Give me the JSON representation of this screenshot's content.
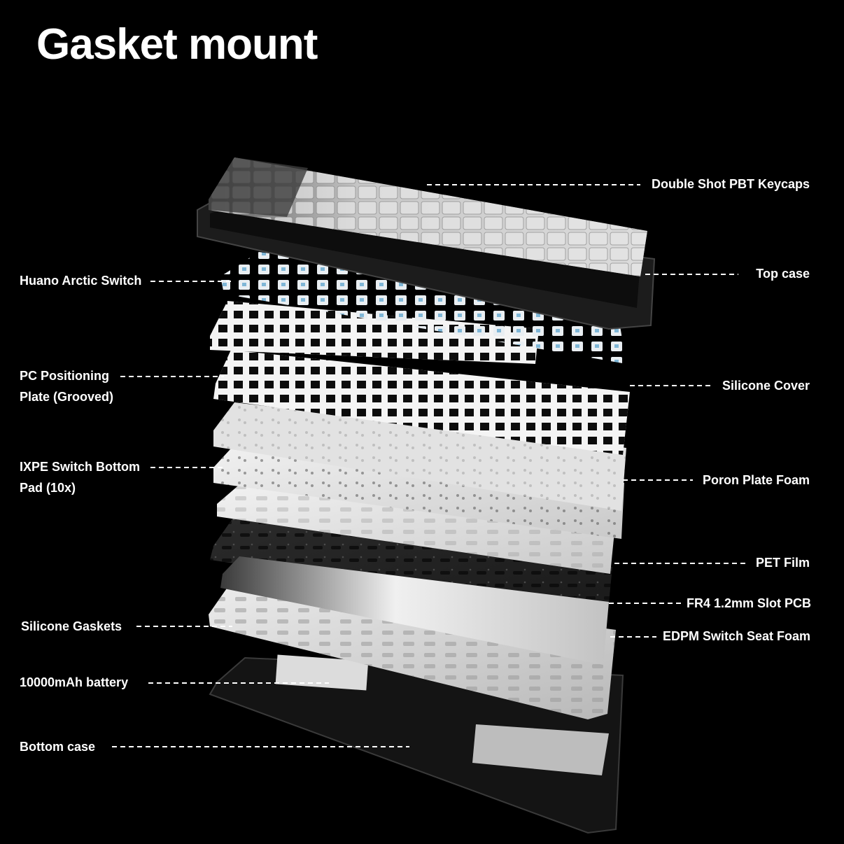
{
  "title": "Gasket mount",
  "labels": {
    "keycaps": "Double Shot PBT Keycaps",
    "top_case": "Top case",
    "switch": "Huano Arctic Switch",
    "plate_line1": "PC Positioning",
    "plate_line2": "Plate (Grooved)",
    "silicone_cover": "Silicone Cover",
    "ixpe_line1": "IXPE Switch Bottom",
    "ixpe_line2": "Pad (10x)",
    "poron": "Poron Plate Foam",
    "pet": "PET Film",
    "pcb": "FR4 1.2mm Slot PCB",
    "gaskets": "Silicone Gaskets",
    "edpm": "EDPM Switch Seat Foam",
    "battery": "10000mAh battery",
    "bottom_case": "Bottom case"
  },
  "colors": {
    "background": "#000000",
    "text": "#ffffff",
    "leader": "#ffffff"
  }
}
